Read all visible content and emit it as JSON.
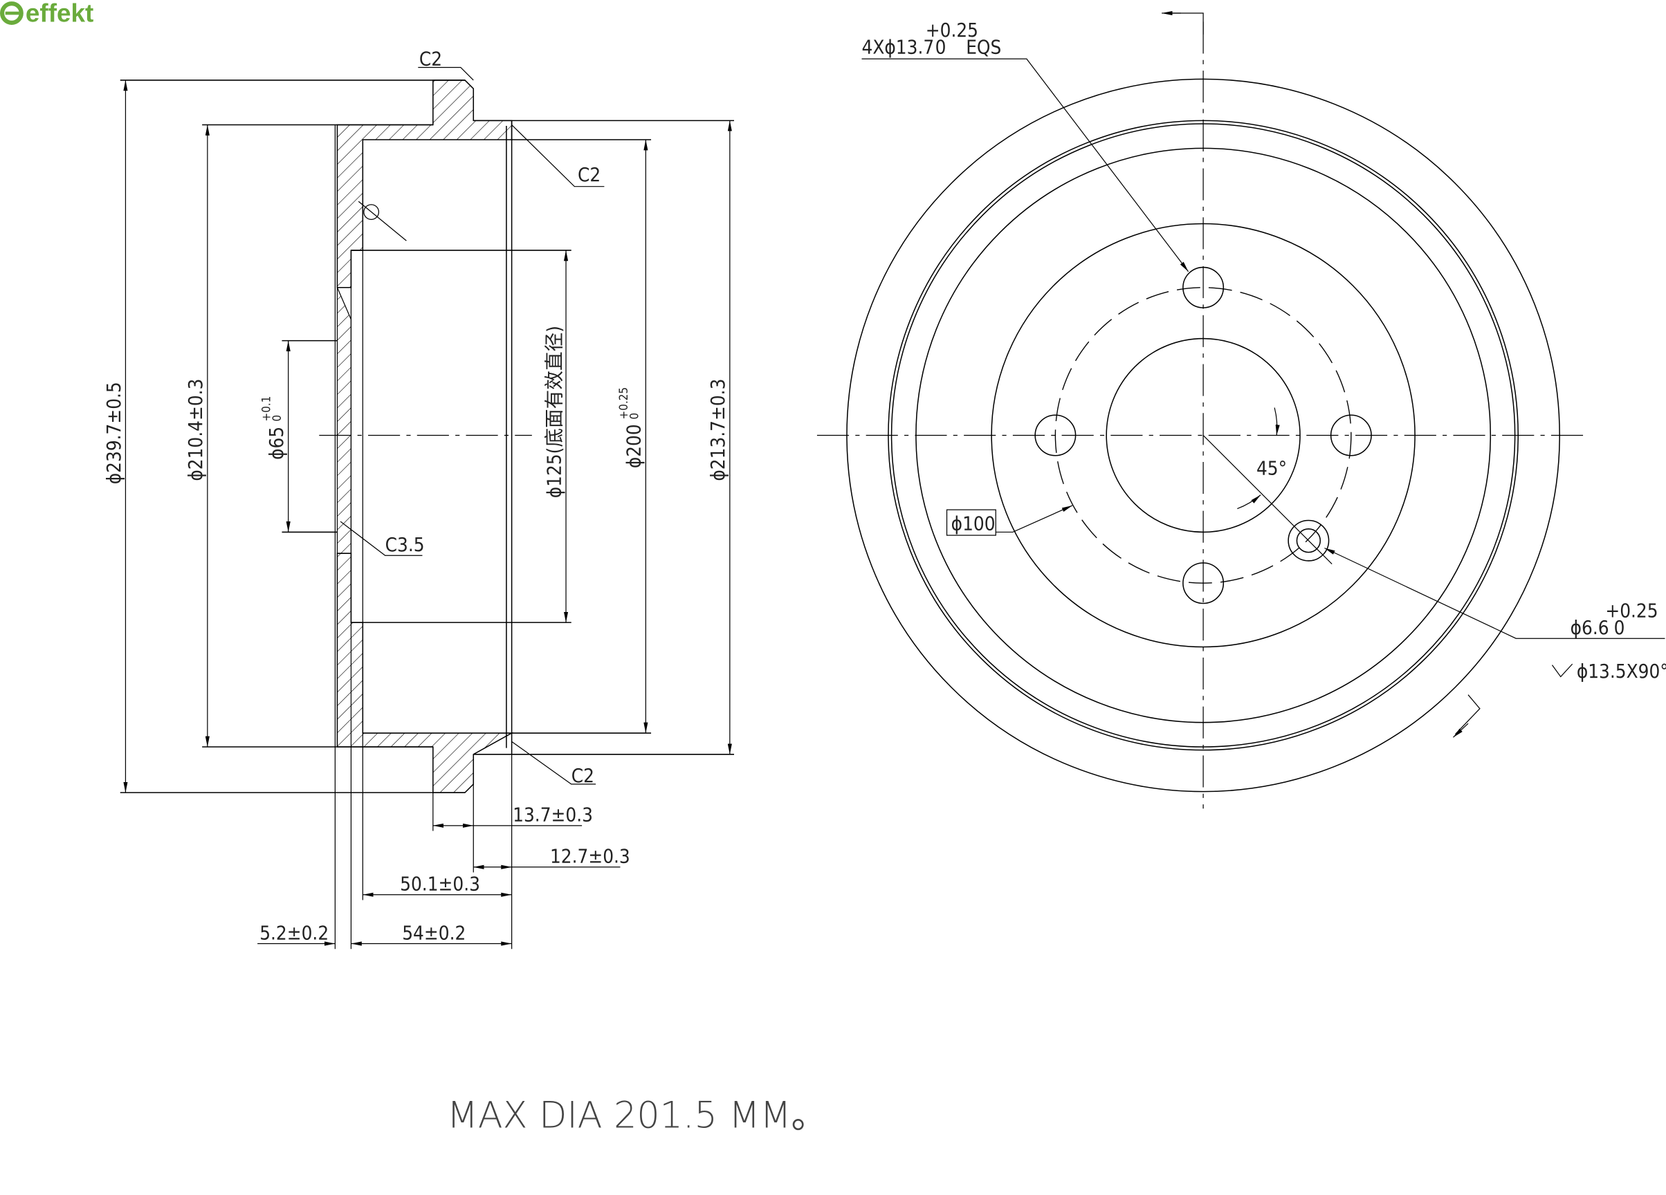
{
  "logo": {
    "text": "effekt",
    "color": "#6aab3c"
  },
  "section_view": {
    "chamfers": {
      "top_flange": "C2",
      "top_inner": "C2",
      "bottom_inner": "C2",
      "hub": "C3.5"
    },
    "diameters": {
      "outer": "ϕ239.7±0.5",
      "flange": "ϕ210.4±0.3",
      "center_bore": "ϕ65",
      "center_bore_tol_upper": "+0.1",
      "center_bore_tol_lower": "0",
      "hub_face": "ϕ125(底面有效直径)",
      "braking_surface": "ϕ200",
      "braking_surface_tol_upper": "+0.25",
      "braking_surface_tol_lower": "0",
      "rim": "ϕ213.7±0.3"
    },
    "lengths": {
      "flange_thickness": "13.7±0.3",
      "rim_width": "12.7±0.3",
      "inner_depth": "50.1±0.3",
      "overall_depth": "54±0.2",
      "plate_thickness": "5.2±0.2"
    }
  },
  "front_view": {
    "bolt_holes": "4Xϕ13.7",
    "bolt_holes_tol_upper": "+0.25",
    "bolt_holes_tol_lower": "0",
    "bolt_holes_suffix": "EQS",
    "pcd": "ϕ100",
    "angle": "45°",
    "small_hole": "ϕ6.6",
    "small_hole_tol_upper": "+0.25",
    "small_hole_tol_lower": "0",
    "countersink": "ϕ13.5X90°"
  },
  "note": "MAX DIA 201.5 MM。"
}
